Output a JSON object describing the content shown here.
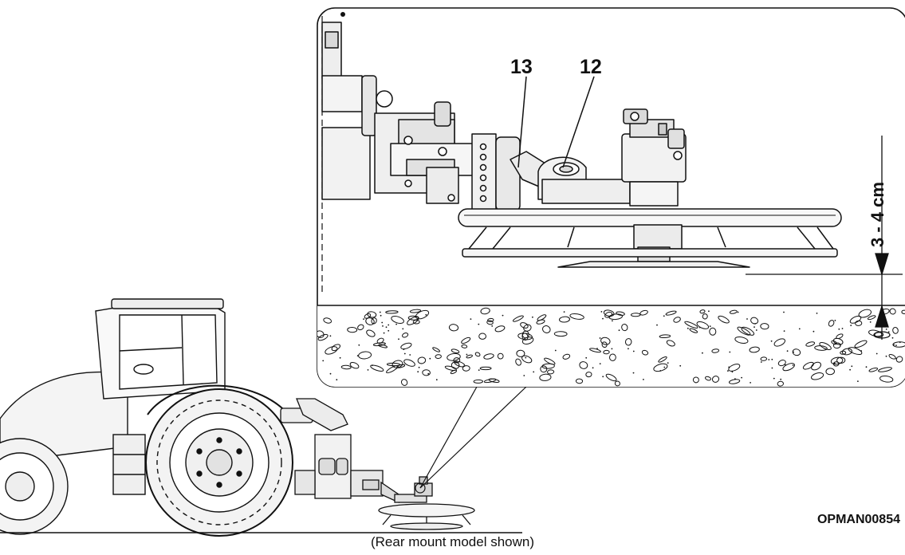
{
  "callouts": {
    "part_13": "13",
    "part_12": "12"
  },
  "dimension": {
    "label": "3 - 4 cm"
  },
  "reference_code": "OPMAN00854",
  "caption": "(Rear mount model shown)",
  "colors": {
    "line": "#111111",
    "fill_light": "#f2f2f2",
    "fill_mid": "#dcdcdc",
    "ground": "#ffffff"
  }
}
